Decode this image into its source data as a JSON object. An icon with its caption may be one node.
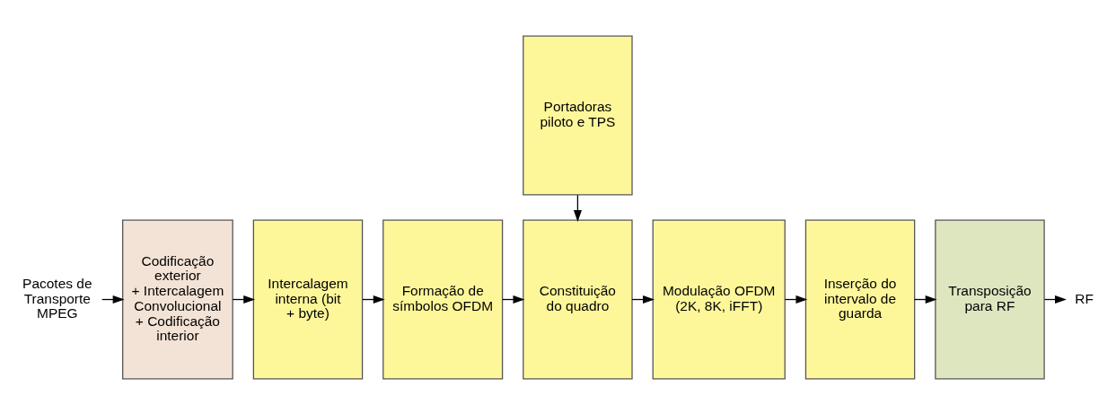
{
  "diagram": {
    "nodes": [
      {
        "text": [
          "Pacotes de Transporte MPEG"
        ]
      },
      {
        "text": [
          "Codificação exterior + Intercalagem Convolucional + Codificação interior"
        ]
      },
      {
        "text": [
          "Intercalagem interna (bit + byte)"
        ]
      },
      {
        "text": [
          "Formação de símbolos OFDM"
        ]
      },
      {
        "text": [
          "Constituição do quadro"
        ]
      },
      {
        "text": [
          "Modulação OFDM (2K, 8K, iFFT)"
        ]
      },
      {
        "text": [
          "Inserção do intervalo de guarda"
        ]
      },
      {
        "text": [
          "Transposição para RF"
        ]
      },
      {
        "text": [
          "RF"
        ]
      },
      {
        "text": [
          "Portadoras piloto e TPS"
        ]
      }
    ],
    "edges": [
      {
        "from": 0,
        "to": 1,
        "arrow": "to"
      },
      {
        "from": 1,
        "to": 2,
        "arrow": "to"
      },
      {
        "from": 2,
        "to": 3,
        "arrow": "to"
      },
      {
        "from": 3,
        "to": 4,
        "arrow": "to"
      },
      {
        "from": 4,
        "to": 5,
        "arrow": "to"
      },
      {
        "from": 5,
        "to": 6,
        "arrow": "to"
      },
      {
        "from": 6,
        "to": 7,
        "arrow": "to"
      },
      {
        "from": 7,
        "to": 8,
        "arrow": "to"
      },
      {
        "from": 9,
        "to": 4,
        "arrow": "to"
      }
    ]
  }
}
